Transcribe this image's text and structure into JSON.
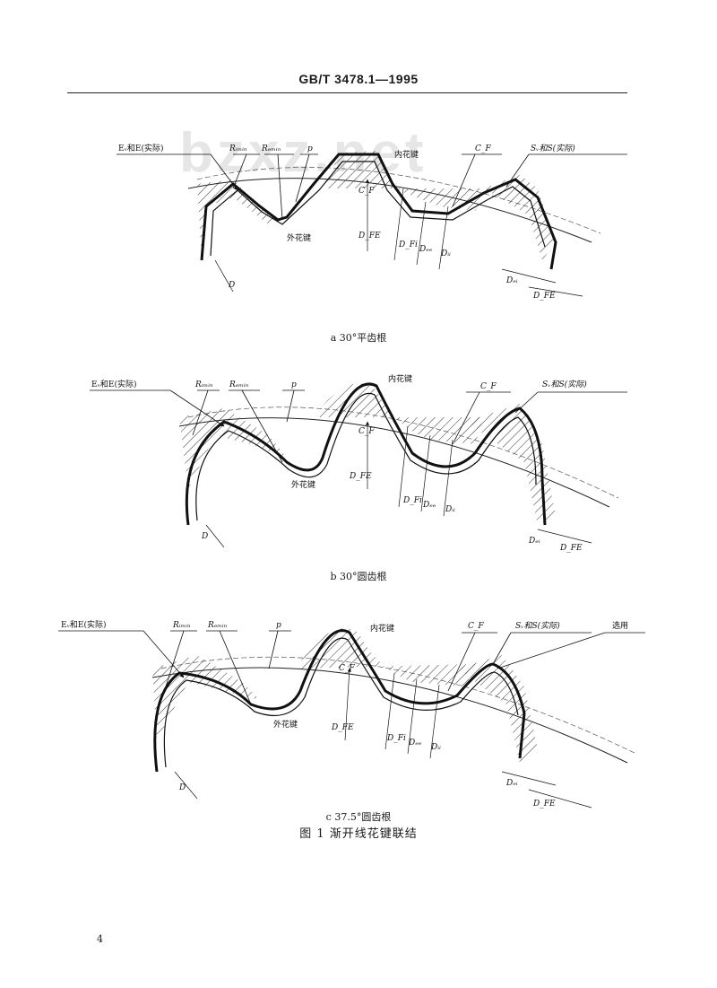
{
  "header": {
    "standard": "GB/T 3478.1—1995"
  },
  "watermark": "bzxz.net",
  "figures": [
    {
      "sub_caption": "a   30°平齿根",
      "labels": {
        "ev": "Eᵥ和E(实际)",
        "rimin": "Rᵢₘᵢₙ",
        "remin": "Rₑₘᵢₙ",
        "p": "p",
        "internal": "内花键",
        "external": "外花键",
        "cf": "C_F",
        "sv": "Sᵥ和S(实际)",
        "cf_small": "C_F",
        "dfe": "D_FE",
        "dfi": "D_Fi",
        "dee": "Dₑₑ",
        "dii": "Dᵢᵢ",
        "dei": "Dₑᵢ",
        "dfe2": "D_FE",
        "d": "D"
      }
    },
    {
      "sub_caption": "b   30°圆齿根",
      "labels": {
        "ev": "Eᵥ和E(实际)",
        "rimin": "Rᵢₘᵢₙ",
        "remin": "Rₑₘᵢₙ",
        "p": "p",
        "internal": "内花键",
        "external": "外花键",
        "cf": "C_F",
        "sv": "Sᵥ和S(实际)",
        "cf_small": "C_F",
        "dfe": "D_FE",
        "dfi": "D_Fi",
        "dee": "Dₑₑ",
        "dii": "Dᵢᵢ",
        "dei": "Dₑᵢ",
        "dfe2": "D_FE",
        "d": "D"
      }
    },
    {
      "sub_caption": "c   37.5°圆齿根",
      "labels": {
        "ev": "Eᵥ和E(实际)",
        "rimin": "Rᵢₘᵢₙ",
        "remin": "Rₑₘᵢₙ",
        "p": "p",
        "internal": "内花键",
        "external": "外花键",
        "cf": "C_F",
        "sv": "Sᵥ和S(实际)",
        "optional": "选用",
        "cf_small": "C_F",
        "dfe": "D_FE",
        "dfi": "D_Fi",
        "dee": "Dₑₑ",
        "dii": "Dᵢᵢ",
        "dei": "Dₑᵢ",
        "dfe2": "D_FE",
        "d": "D"
      }
    }
  ],
  "caption": "图 1   渐开线花键联结",
  "page_number": "4"
}
